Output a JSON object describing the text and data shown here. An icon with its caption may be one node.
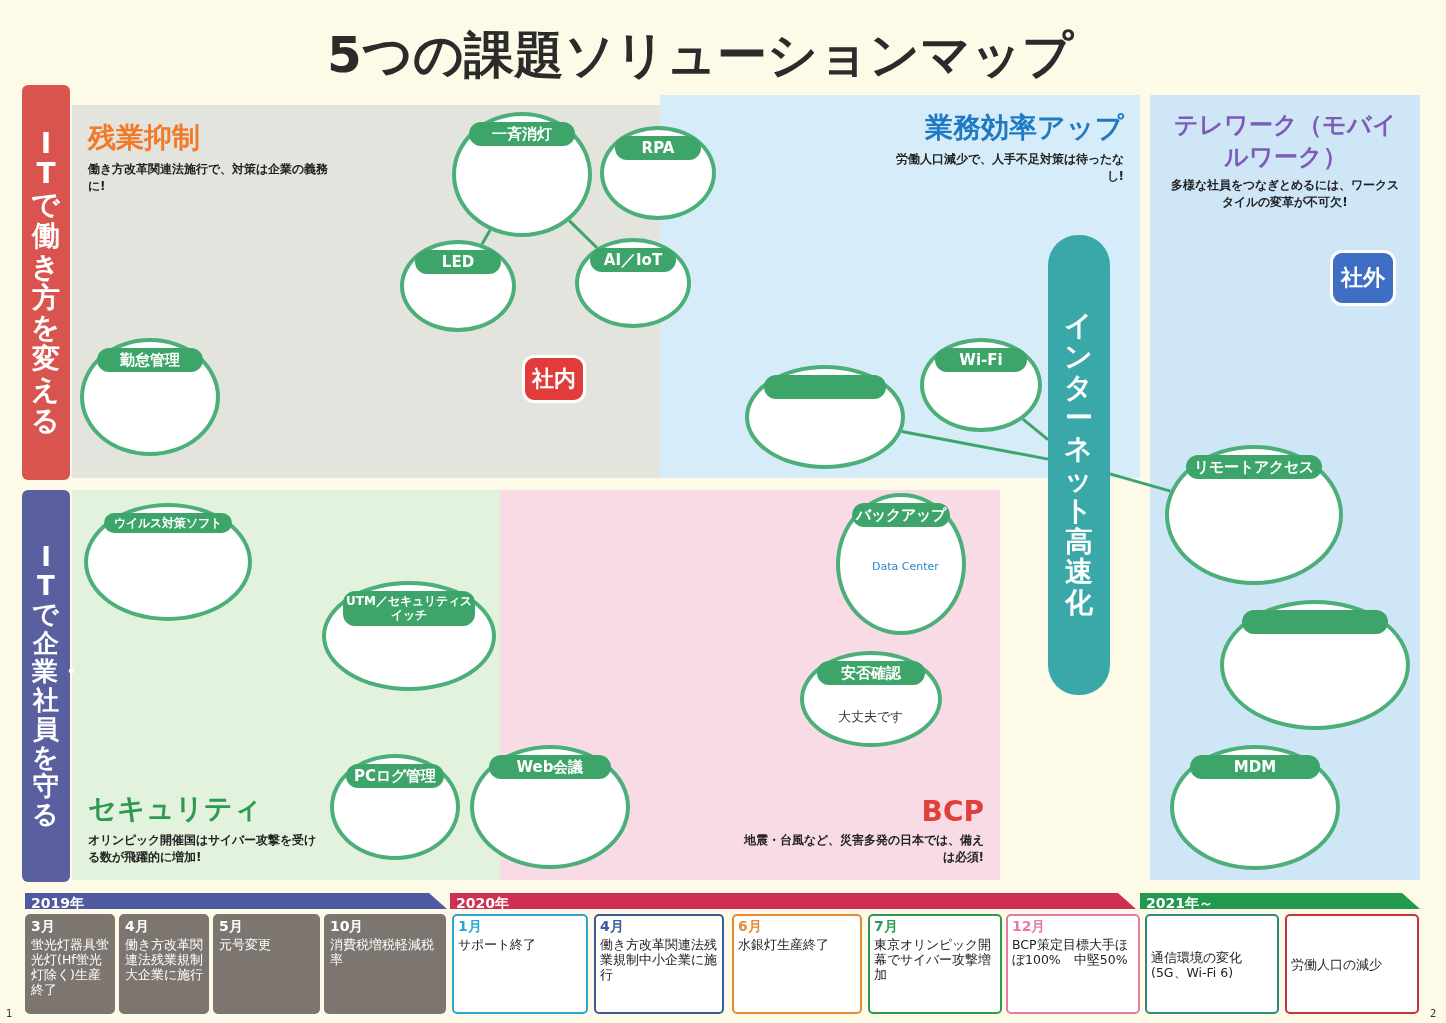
{
  "diagram": {
    "title": "5つの課題ソリューションマップ",
    "nodes": [
      {
        "text": [
          "ITで働き方を変える"
        ]
      },
      {
        "text": [
          "ITで企業・社員を守る"
        ]
      },
      {
        "text": [
          "残業抑制",
          "働き方改革関連法施行で、対策は企業の義務に!"
        ]
      },
      {
        "text": [
          "業務効率アップ",
          "労働人口減少で、人手不足対策は待ったなし!"
        ]
      },
      {
        "text": [
          "テレワーク（モバイルワーク）",
          "多様な社員をつなぎとめるには、ワークスタイルの変革が不可欠!"
        ]
      },
      {
        "text": [
          "セキュリティ",
          "オリンピック開催国はサイバー攻撃を受ける数が飛躍的に増加!"
        ]
      },
      {
        "text": [
          "BCP",
          "地震・台風など、災害多発の日本では、備えは必須!"
        ]
      },
      {
        "text": [
          "一斉消灯"
        ],
        "in": 2
      },
      {
        "text": [
          "RPA"
        ]
      },
      {
        "text": [
          "LED"
        ],
        "in": 2
      },
      {
        "text": [
          "AI／IoT"
        ]
      },
      {
        "text": [
          "勤怠管理"
        ],
        "in": 2
      },
      {
        "text": [
          "社内"
        ],
        "in": 2
      },
      {
        "text": [
          "Wi-Fi"
        ],
        "in": 3
      },
      {
        "text": [],
        "shape": "circle",
        "in": 3
      },
      {
        "text": [
          "インターネット高速化"
        ]
      },
      {
        "text": [
          "社外"
        ],
        "in": 4
      },
      {
        "text": [
          "リモートアクセス"
        ],
        "in": 4
      },
      {
        "text": [],
        "shape": "circle",
        "in": 4
      },
      {
        "text": [
          "MDM"
        ],
        "in": 4
      },
      {
        "text": [
          "ウイルス対策ソフト"
        ],
        "in": 5
      },
      {
        "text": [
          "UTM／セキュリティスイッチ"
        ],
        "in": 5
      },
      {
        "text": [
          "PCログ管理"
        ],
        "in": 5
      },
      {
        "text": [
          "Web会議"
        ]
      },
      {
        "text": [
          "バックアップ"
        ],
        "in": 6
      },
      {
        "text": [
          "安否確認"
        ],
        "in": 6
      },
      {
        "text": [
          "2019年"
        ]
      },
      {
        "text": [
          "2020年"
        ]
      },
      {
        "text": [
          "2021年～"
        ]
      },
      {
        "text": [
          "3月",
          "蛍光灯器具蛍光灯(Hf蛍光灯除く)生産終了"
        ]
      },
      {
        "text": [
          "4月",
          "働き方改革関連法残業規制大企業に施行"
        ]
      },
      {
        "text": [
          "5月",
          "元号変更"
        ]
      },
      {
        "text": [
          "10月",
          "消費税増税軽減税率"
        ]
      },
      {
        "text": [
          "1月",
          "サポート終了"
        ]
      },
      {
        "text": [
          "4月",
          "働き方改革関連法残業規制中小企業に施行"
        ]
      },
      {
        "text": [
          "6月",
          "水銀灯生産終了"
        ]
      },
      {
        "text": [
          "7月",
          "東京オリンピック開幕でサイバー攻撃増加"
        ]
      },
      {
        "text": [
          "12月",
          "BCP策定目標大手ほぼ100%　中堅50%"
        ]
      },
      {
        "text": [
          "通信環境の変化(5G、Wi-Fi 6)"
        ]
      },
      {
        "text": [
          "労働人口の減少"
        ]
      }
    ],
    "edges": [
      {
        "from": 7,
        "to": 9,
        "arrow": "none"
      },
      {
        "from": 7,
        "to": 10,
        "arrow": "none"
      },
      {
        "from": 14,
        "to": 15,
        "arrow": "none"
      },
      {
        "from": 13,
        "to": 15,
        "arrow": "none"
      },
      {
        "from": 15,
        "to": 17,
        "arrow": "none"
      }
    ],
    "labels": [
      "大丈夫です",
      "Data Center",
      "1",
      "2"
    ]
  }
}
